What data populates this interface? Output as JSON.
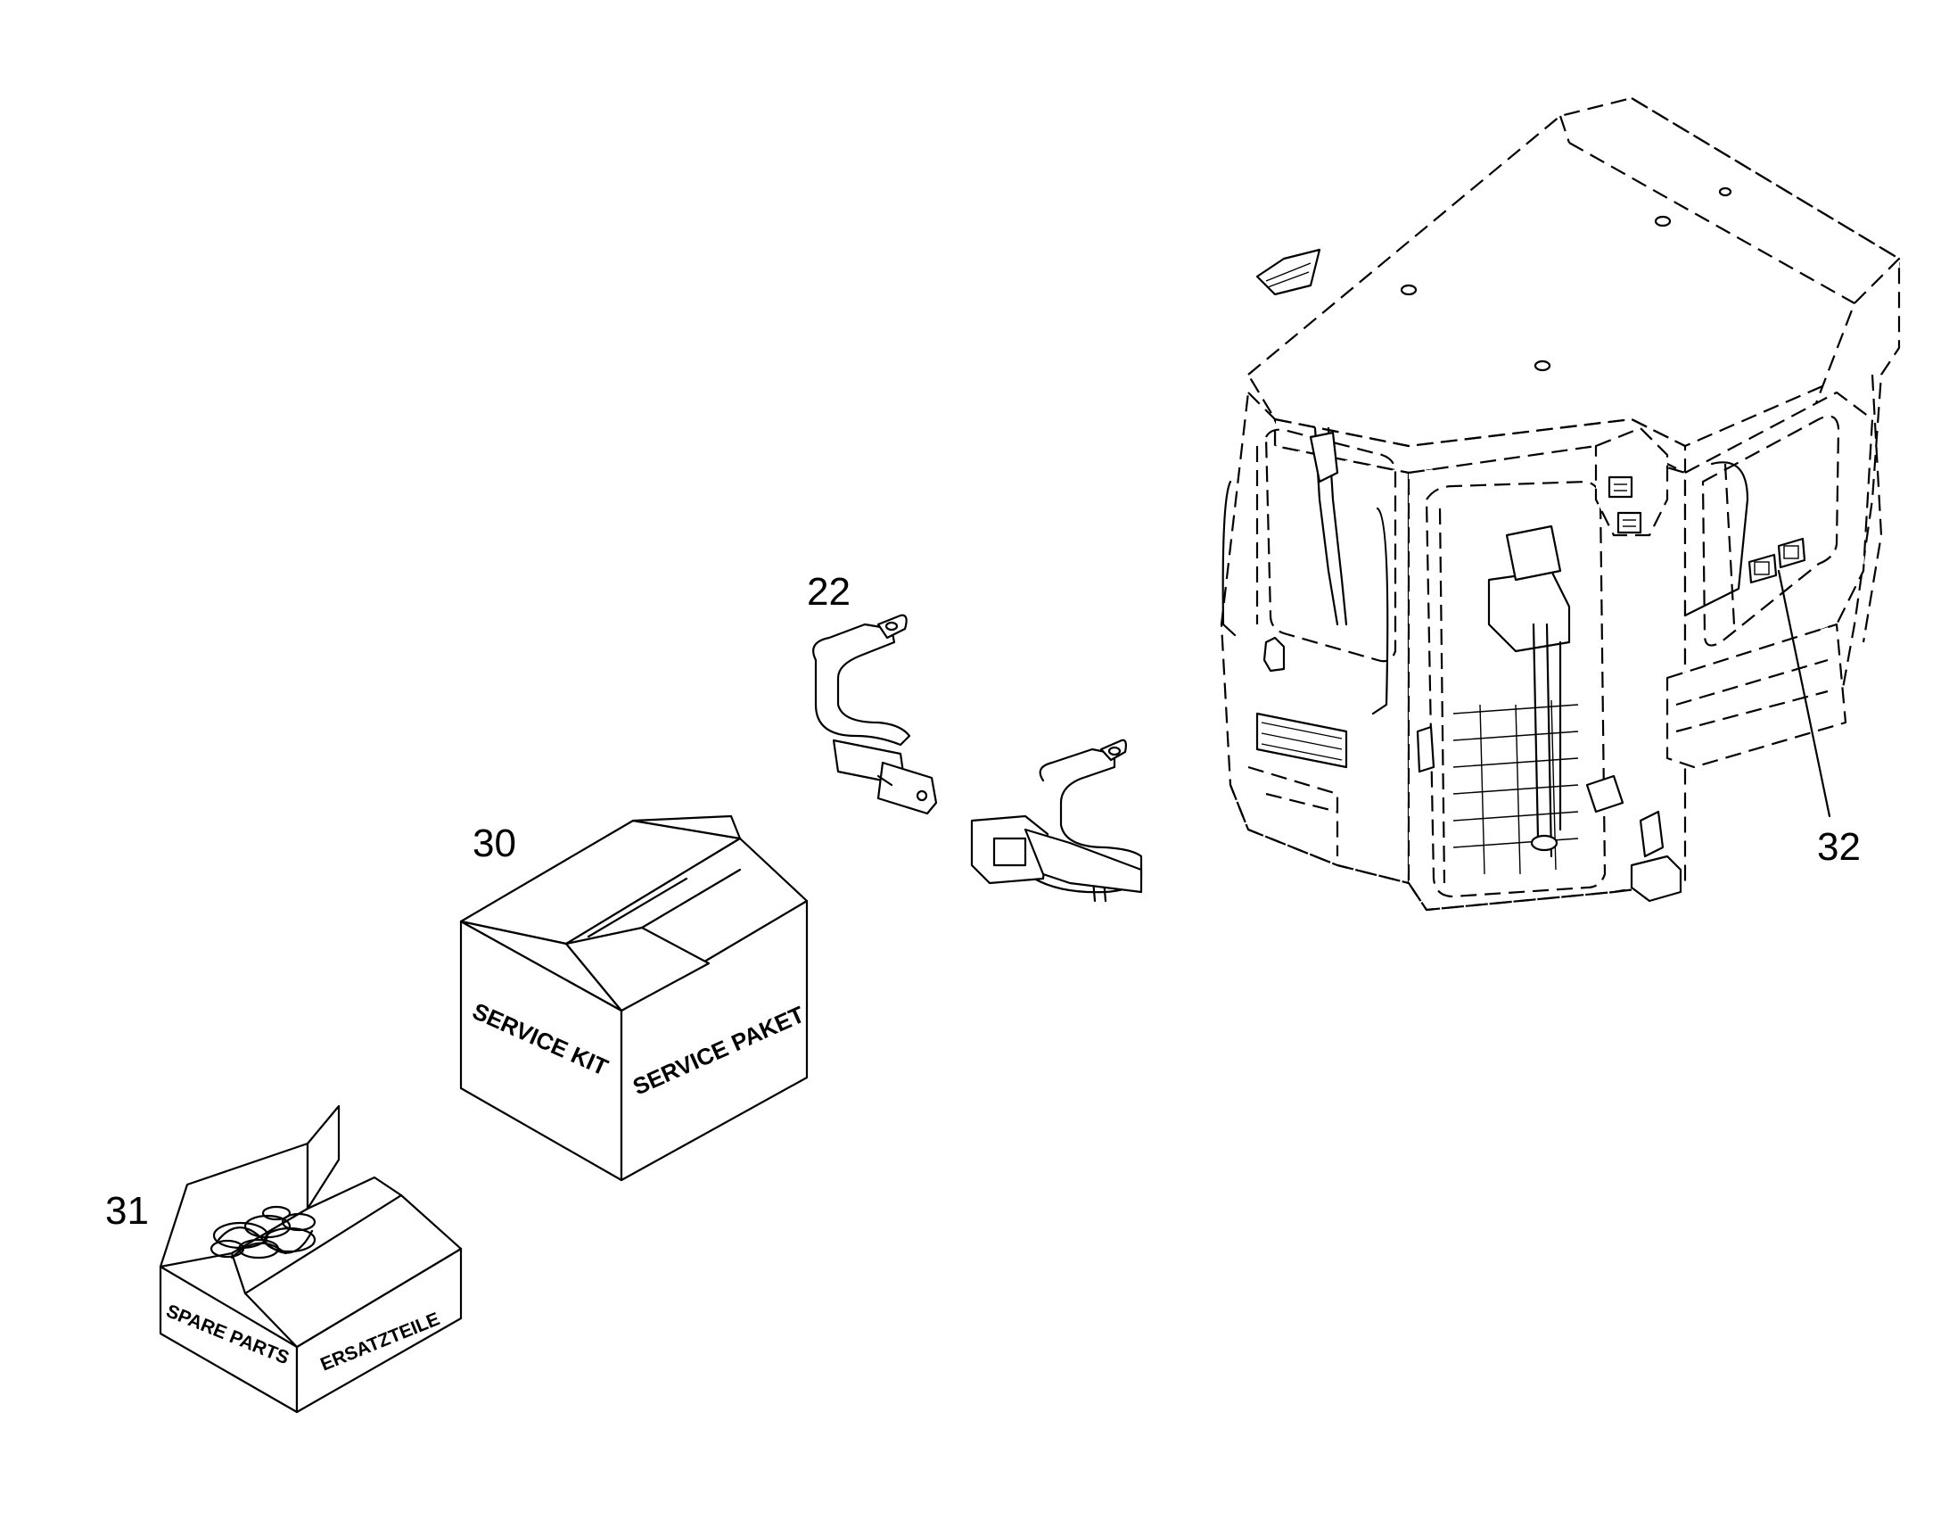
{
  "callouts": {
    "seat_belt": "22",
    "service_kit": "30",
    "spare_parts": "31",
    "cab_part": "32"
  },
  "box_large": {
    "front_label": "SERVICE KIT",
    "side_label": "SERVICE PAKET"
  },
  "box_small": {
    "front_label": "SPARE PARTS",
    "side_label": "ERSATZTEILE"
  }
}
